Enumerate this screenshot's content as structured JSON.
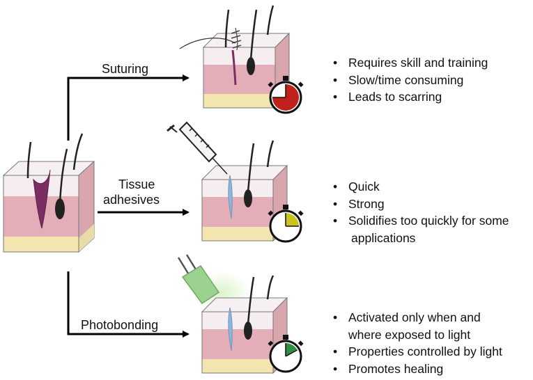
{
  "methods": [
    {
      "label": "Suturing",
      "timer_color": "#c0211b",
      "timer_fill_fraction": 0.75,
      "points": [
        "Requires skill and training",
        "Slow/time consuming",
        "Leads to scarring"
      ]
    },
    {
      "label_line1": "Tissue",
      "label_line2": "adhesives",
      "timer_color": "#c9c21f",
      "timer_fill_fraction": 0.25,
      "points": [
        "Quick",
        "Strong",
        "Solidifies too quickly for some",
        "applications"
      ]
    },
    {
      "label": "Photobonding",
      "timer_color": "#2f8f45",
      "timer_fill_fraction": 0.17,
      "points": [
        "Activated only when and",
        "where exposed to light",
        "Properties controlled by light",
        "Promotes healing"
      ]
    }
  ],
  "colors": {
    "epidermis": "#f6edf0",
    "dermis": "#e3aeb7",
    "fat": "#f3e5b0",
    "wound": "#7a2e62",
    "adhesive": "#8fb6d8",
    "led": "#9bd28f",
    "arrow": "#000000"
  },
  "icons": [
    "skin-block",
    "hair",
    "wound",
    "suture-needle",
    "syringe",
    "led-light",
    "stopwatch-icon",
    "arrow"
  ]
}
